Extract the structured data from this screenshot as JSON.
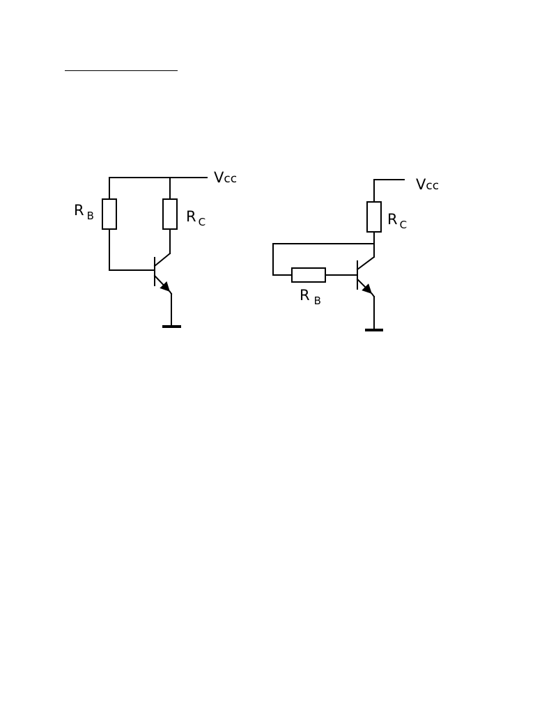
{
  "circuits": [
    {
      "rb_label": {
        "main": "R",
        "sub": "B"
      },
      "rc_label": {
        "main": "R",
        "sub": "C"
      },
      "vcc_label": {
        "main": "V",
        "sub": "cc"
      }
    },
    {
      "rb_label": {
        "main": "R",
        "sub": "B"
      },
      "rc_label": {
        "main": "R",
        "sub": "C"
      },
      "vcc_label": {
        "main": "V",
        "sub": "cc"
      }
    }
  ]
}
